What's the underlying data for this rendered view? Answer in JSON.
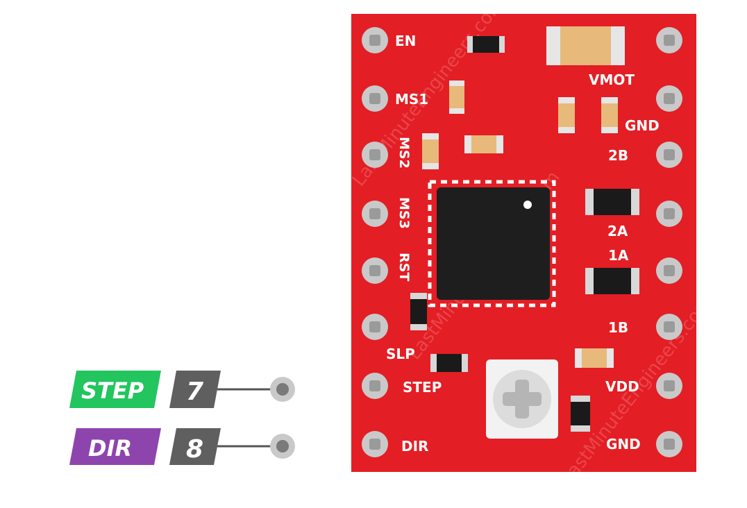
{
  "board": {
    "color": "#e31e24",
    "left_pins": {
      "en": "EN",
      "ms1": "MS1",
      "ms2": "MS2",
      "ms3": "MS3",
      "rst": "RST",
      "slp": "SLP",
      "step": "STEP",
      "dir": "DIR"
    },
    "right_pins": {
      "vmot": "VMOT",
      "gnd_top": "GND",
      "b2": "2B",
      "a2": "2A",
      "a1": "1A",
      "b1": "1B",
      "vdd": "VDD",
      "gnd_bottom": "GND"
    },
    "watermark": "LastMinuteEngineers.com"
  },
  "connections": [
    {
      "signal": "STEP",
      "signal_color": "#22c55e",
      "pin": "7",
      "pin_color": "#5f5f5f"
    },
    {
      "signal": "DIR",
      "signal_color": "#8e44ad",
      "pin": "8",
      "pin_color": "#5f5f5f"
    }
  ]
}
